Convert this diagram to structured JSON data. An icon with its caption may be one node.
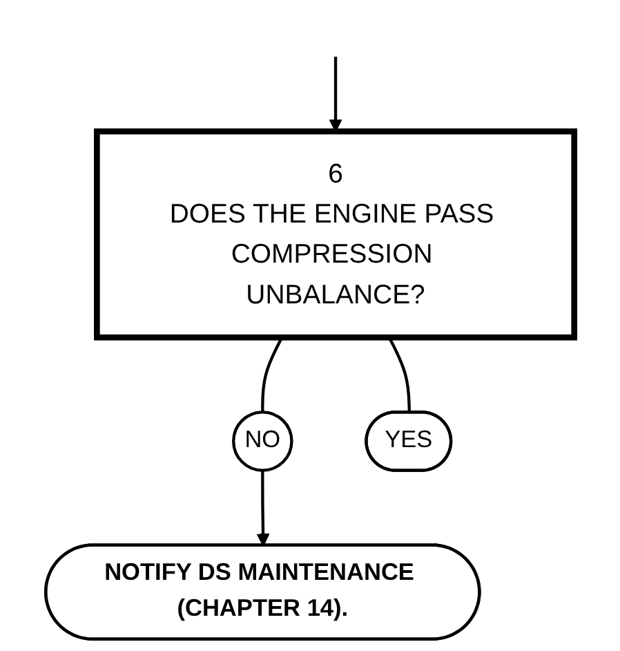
{
  "diagram": {
    "nodes": [
      {
        "text": [
          "6",
          "DOES THE ENGINE PASS COMPRESSION UNBALANCE?"
        ]
      },
      {
        "text": [
          "NO"
        ]
      },
      {
        "text": [
          "NOTIFY DS MAINTENANCE (CHAPTER 14)."
        ]
      },
      {
        "text": [
          "YES"
        ]
      }
    ],
    "edges": [
      {
        "from": null,
        "to": 0,
        "arrow": "to"
      },
      {
        "from": 0,
        "to": 1,
        "arrow": "none"
      },
      {
        "from": 1,
        "to": 2,
        "arrow": "to"
      },
      {
        "from": 0,
        "to": 3,
        "arrow": "none"
      }
    ]
  }
}
